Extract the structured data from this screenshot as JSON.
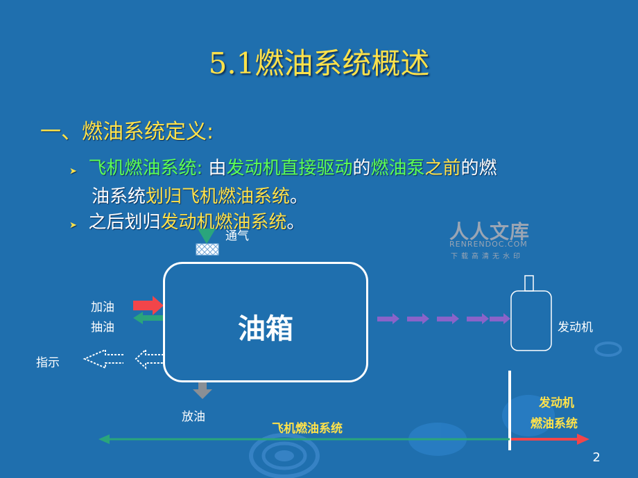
{
  "title": "5.1燃油系统概述",
  "heading": "一、燃油系统定义:",
  "bullets": [
    {
      "line1": [
        {
          "text": "飞机燃油系统:",
          "color": "green"
        },
        {
          "text": "由",
          "color": "white"
        },
        {
          "text": "发动机直接驱动",
          "color": "green"
        },
        {
          "text": "的",
          "color": "white"
        },
        {
          "text": "燃油泵",
          "color": "green"
        },
        {
          "text": "之前",
          "color": "yellow"
        },
        {
          "text": "的燃",
          "color": "white"
        }
      ],
      "line2": [
        {
          "text": "油系统",
          "color": "white"
        },
        {
          "text": "划归",
          "color": "yellow"
        },
        {
          "text": "飞机燃油系统",
          "color": "yellow"
        },
        {
          "text": "。",
          "color": "white"
        }
      ]
    },
    {
      "line1": [
        {
          "text": "之后",
          "color": "white"
        },
        {
          "text": "划归",
          "color": "white"
        },
        {
          "text": "发动机燃油系统",
          "color": "yellow"
        },
        {
          "text": "。",
          "color": "white"
        }
      ]
    }
  ],
  "diagram": {
    "tank_label": "油箱",
    "vent_label": "通气",
    "refuel_label": "加油",
    "defuel_label": "抽油",
    "indicator_label": "指示",
    "drain_label": "放油",
    "engine_label": "发动机",
    "aircraft_system_label": "飞机燃油系统",
    "engine_system_label_1": "发动机",
    "engine_system_label_2": "燃油系统"
  },
  "watermark": {
    "name": "人人文库",
    "site": "RENRENDOC.COM",
    "slogan": "下载高清无水印"
  },
  "page_number": "2",
  "colors": {
    "background": "#1f6fae",
    "title": "#ffe24a",
    "green_text": "#5cff55",
    "refuel_arrow": "#f2454a",
    "defuel_arrow": "#2aa57c",
    "flow_arrow": "#8a63c9",
    "line_green": "#2aa57c",
    "line_red": "#f2454a"
  }
}
